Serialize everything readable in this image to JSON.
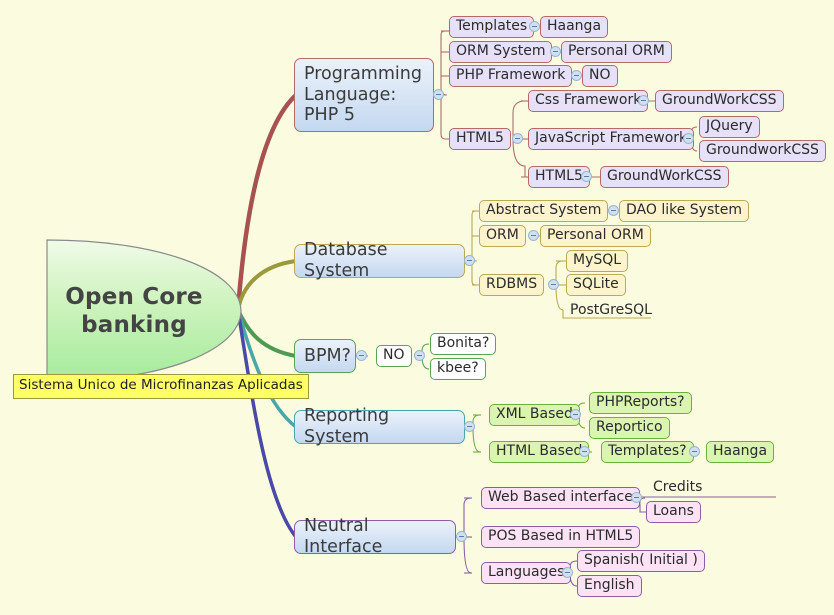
{
  "document": {
    "type": "mind-map",
    "background_color": "#fbfbe0"
  },
  "root": {
    "label": "Open Core\nbanking",
    "subtitle": "Sistema Unico de Microfinanzas Aplicadas",
    "fill_top": "#eefbe6",
    "fill_bottom": "#a8eda0",
    "subtitle_fill": "#ffff66",
    "subtitle_border": "#9a9a3c"
  },
  "branches": [
    {
      "id": "programming-language",
      "label": "Programming\n Language:\nPHP 5",
      "branch_color": "#a8524f",
      "node_border": "#b46a6a",
      "children": [
        {
          "label": "Templates",
          "children": [
            {
              "label": "Haanga"
            }
          ]
        },
        {
          "label": "ORM System",
          "children": [
            {
              "label": "Personal ORM"
            }
          ]
        },
        {
          "label": "PHP Framework",
          "children": [
            {
              "label": "NO"
            }
          ]
        },
        {
          "label": "HTML5",
          "children": [
            {
              "label": "Css Framework",
              "children": [
                {
                  "label": "GroundWorkCSS"
                }
              ]
            },
            {
              "label": "JavaScript Framework",
              "children": [
                {
                  "label": "JQuery"
                },
                {
                  "label": "GroundworkCSS"
                }
              ]
            },
            {
              "label": "HTML5",
              "children": [
                {
                  "label": "GroundWorkCSS"
                }
              ]
            }
          ]
        }
      ]
    },
    {
      "id": "database-system",
      "label": "Database System",
      "branch_color": "#9a9a3c",
      "node_border": "#b9ab54",
      "children": [
        {
          "label": "Abstract System",
          "children": [
            {
              "label": "DAO like System"
            }
          ]
        },
        {
          "label": "ORM",
          "children": [
            {
              "label": "Personal ORM"
            }
          ]
        },
        {
          "label": "RDBMS",
          "children": [
            {
              "label": "MySQL"
            },
            {
              "label": "SQLite"
            },
            {
              "label": "PostGreSQL",
              "boxed": false
            }
          ]
        }
      ]
    },
    {
      "id": "bpm",
      "label": "BPM?",
      "branch_color": "#4f9a52",
      "node_border": "#5aa35a",
      "children": [
        {
          "label": "NO",
          "children": [
            {
              "label": "Bonita?"
            },
            {
              "label": "kbee?"
            }
          ]
        }
      ]
    },
    {
      "id": "reporting-system",
      "label": "Reporting System",
      "branch_color": "#4aa7a7",
      "node_border": "#6fae3c",
      "children": [
        {
          "label": "XML Based",
          "children": [
            {
              "label": "PHPReports?"
            },
            {
              "label": "Reportico"
            }
          ]
        },
        {
          "label": "HTML Based",
          "children": [
            {
              "label": "Templates?",
              "children": [
                {
                  "label": "Haanga"
                }
              ]
            }
          ]
        }
      ]
    },
    {
      "id": "neutral-interface",
      "label": "Neutral Interface",
      "branch_color": "#4a48a8",
      "node_border": "#8a5fa8",
      "children": [
        {
          "label": "Web Based interface",
          "children": [
            {
              "label": "Credits",
              "boxed": false
            },
            {
              "label": "Loans"
            }
          ]
        },
        {
          "label": "POS Based in HTML5"
        },
        {
          "label": "Languages",
          "children": [
            {
              "label": "Spanish( Initial )"
            },
            {
              "label": "English"
            }
          ]
        }
      ]
    }
  ],
  "nodes": {
    "templates": "Templates",
    "haanga_1": "Haanga",
    "orm_system": "ORM System",
    "personal_orm_1": "Personal ORM",
    "php_framework": "PHP Framework",
    "no_1": "NO",
    "html5_a": "HTML5",
    "css_framework": "Css Framework",
    "groundworkcss_1": "GroundWorkCSS",
    "javascript_framework": "JavaScript Framework",
    "jquery": "JQuery",
    "groundworkcss_2": "GroundworkCSS",
    "html5_b": "HTML5",
    "groundworkcss_3": "GroundWorkCSS",
    "abstract_system": "Abstract System",
    "dao_like_system": "DAO like System",
    "orm": "ORM",
    "personal_orm_2": "Personal ORM",
    "rdbms": "RDBMS",
    "mysql": "MySQL",
    "sqlite": "SQLite",
    "postgresql": "PostGreSQL",
    "no_2": "NO",
    "bonita": "Bonita?",
    "kbee": "kbee?",
    "xml_based": "XML Based",
    "phpreports": "PHPReports?",
    "reportico": "Reportico",
    "html_based": "HTML Based",
    "templates_q": "Templates?",
    "haanga_2": "Haanga",
    "web_based_interface": "Web Based interface",
    "credits": "Credits",
    "loans": "Loans",
    "pos_based": "POS Based in HTML5",
    "languages": "Languages",
    "spanish": "Spanish( Initial )",
    "english": "English"
  },
  "branch_labels": {
    "programming_language": "Programming\n Language:\nPHP 5",
    "database_system": "Database System",
    "bpm": "BPM?",
    "reporting_system": "Reporting System",
    "neutral_interface": "Neutral Interface"
  }
}
